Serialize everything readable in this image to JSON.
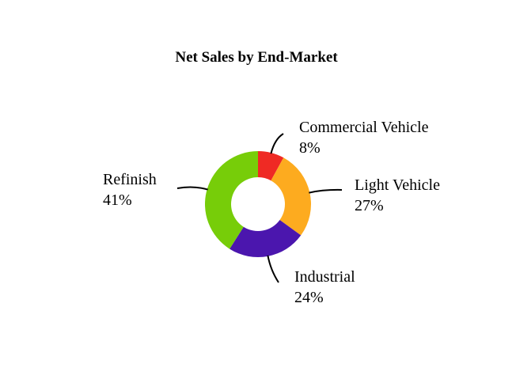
{
  "chart_data": {
    "type": "pie",
    "title": "Net Sales by End-Market",
    "categories": [
      "Commercial Vehicle",
      "Light Vehicle",
      "Industrial",
      "Refinish"
    ],
    "values": [
      8,
      27,
      24,
      41
    ],
    "value_labels": [
      "8%",
      "27%",
      "24%",
      "41%"
    ],
    "colors": [
      "#ef2a24",
      "#fdab1f",
      "#4b16ae",
      "#77cd09"
    ],
    "donut": true,
    "start_angle_deg": 0,
    "direction": "clockwise",
    "legend": "none"
  }
}
